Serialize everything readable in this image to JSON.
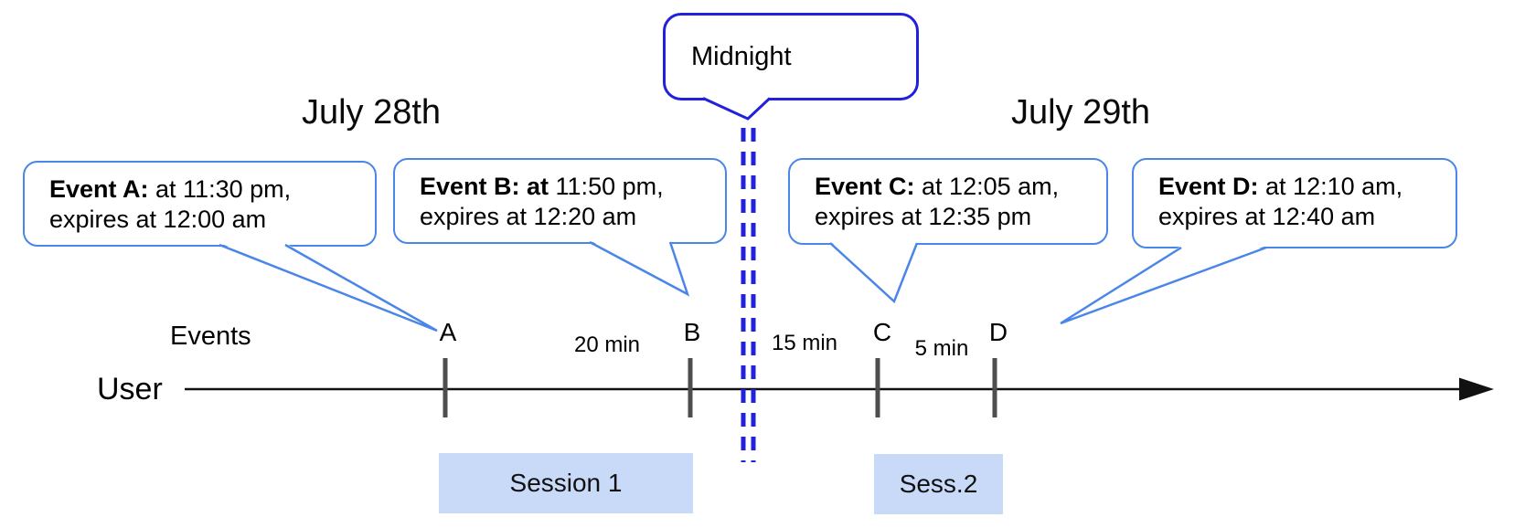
{
  "dates": {
    "left": "July 28th",
    "right": "July 29th"
  },
  "midnight": {
    "label": "Midnight"
  },
  "events": [
    {
      "id": "A",
      "bold": "Event A:",
      "rest1": " at 11:30 pm,",
      "line2": "expires at 12:00 am"
    },
    {
      "id": "B",
      "bold": "Event B: at",
      "rest1": " 11:50 pm,",
      "line2": "expires at 12:20 am"
    },
    {
      "id": "C",
      "bold": "Event C:",
      "rest1": " at 12:05 am,",
      "line2": "expires at 12:35 pm"
    },
    {
      "id": "D",
      "bold": "Event D:",
      "rest1": "  at 12:10 am,",
      "line2": "expires at 12:40 am"
    }
  ],
  "timeline": {
    "row_label_events": "Events",
    "row_label_user": "User",
    "tick_labels": {
      "a": "A",
      "b": "B",
      "c": "C",
      "d": "D"
    },
    "intervals": {
      "ab": "20 min",
      "bc": "15 min",
      "cd": "5 min"
    }
  },
  "sessions": {
    "session1": "Session 1",
    "session2": "Sess.2"
  },
  "colors": {
    "event_bubble_border": "#4a86e8",
    "midnight_bubble_border": "#2121dd",
    "midnight_dashes": "#2222dd",
    "session_fill": "#c9daf8",
    "tick_color": "#4d4d4d",
    "timeline_color": "#111111",
    "text_color": "#000000"
  }
}
